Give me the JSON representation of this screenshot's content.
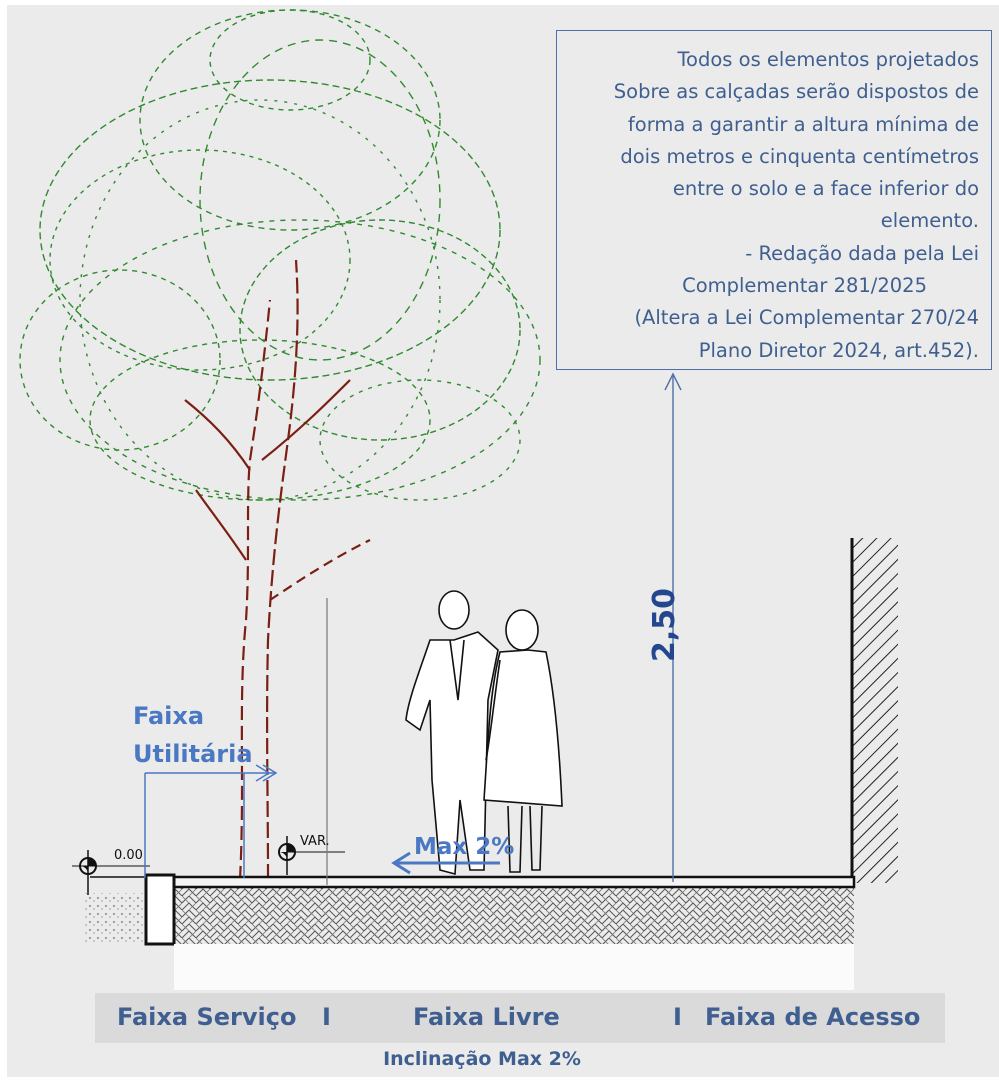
{
  "note": {
    "lines": [
      "Todos os elementos projetados",
      "Sobre as calçadas serão dispostos de",
      "forma  a garantir a altura mínima de",
      "dois metros e cinquenta centímetros",
      "entre o solo e a face inferior do",
      "elemento.",
      "- Redação dada pela Lei",
      "Complementar 281/2025",
      "(Altera a Lei Complementar 270/24",
      "Plano Diretor 2024, art.452)."
    ]
  },
  "dimension_label": "2,50",
  "faixa_utilitaria": {
    "line1": "Faixa",
    "line2": "Utilitária"
  },
  "slope_label": "Max 2%",
  "levels": {
    "zero": "0.00",
    "var": "VAR."
  },
  "legend": {
    "servico": "Faixa  Serviço",
    "sep1": "I",
    "livre": "Faixa Livre",
    "sep2": "I",
    "acesso": "Faixa de Acesso"
  },
  "inclinacao": "Inclinação Max 2%",
  "colors": {
    "note_text": "#3e5f8f",
    "accent": "#4a78c2",
    "foliage": "#2f8a2f",
    "trunk": "#7a1f12"
  }
}
